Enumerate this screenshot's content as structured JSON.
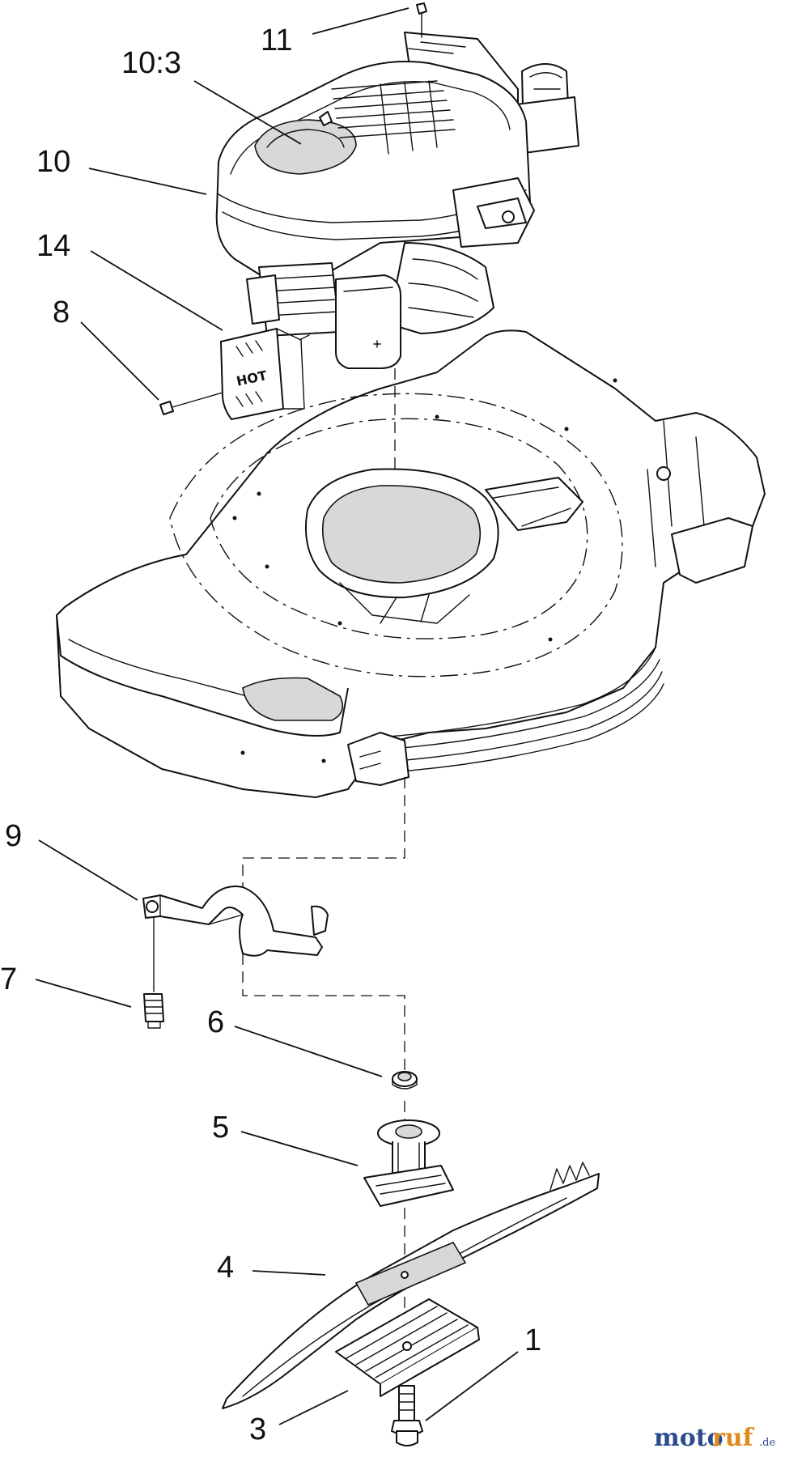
{
  "callouts": {
    "c11": "11",
    "c10_3": "10:3",
    "c10": "10",
    "c14": "14",
    "c8": "8",
    "c9": "9",
    "c7": "7",
    "c6": "6",
    "c5": "5",
    "c4": "4",
    "c1": "1",
    "c3": "3"
  },
  "decal_text": "HOT",
  "watermark": {
    "part_a": "moto",
    "part_b": "ruf",
    "suffix": ".de"
  },
  "colors": {
    "line": "#111111",
    "watermark_blue": "#2c4b8f",
    "watermark_orange": "#e08a1c"
  }
}
